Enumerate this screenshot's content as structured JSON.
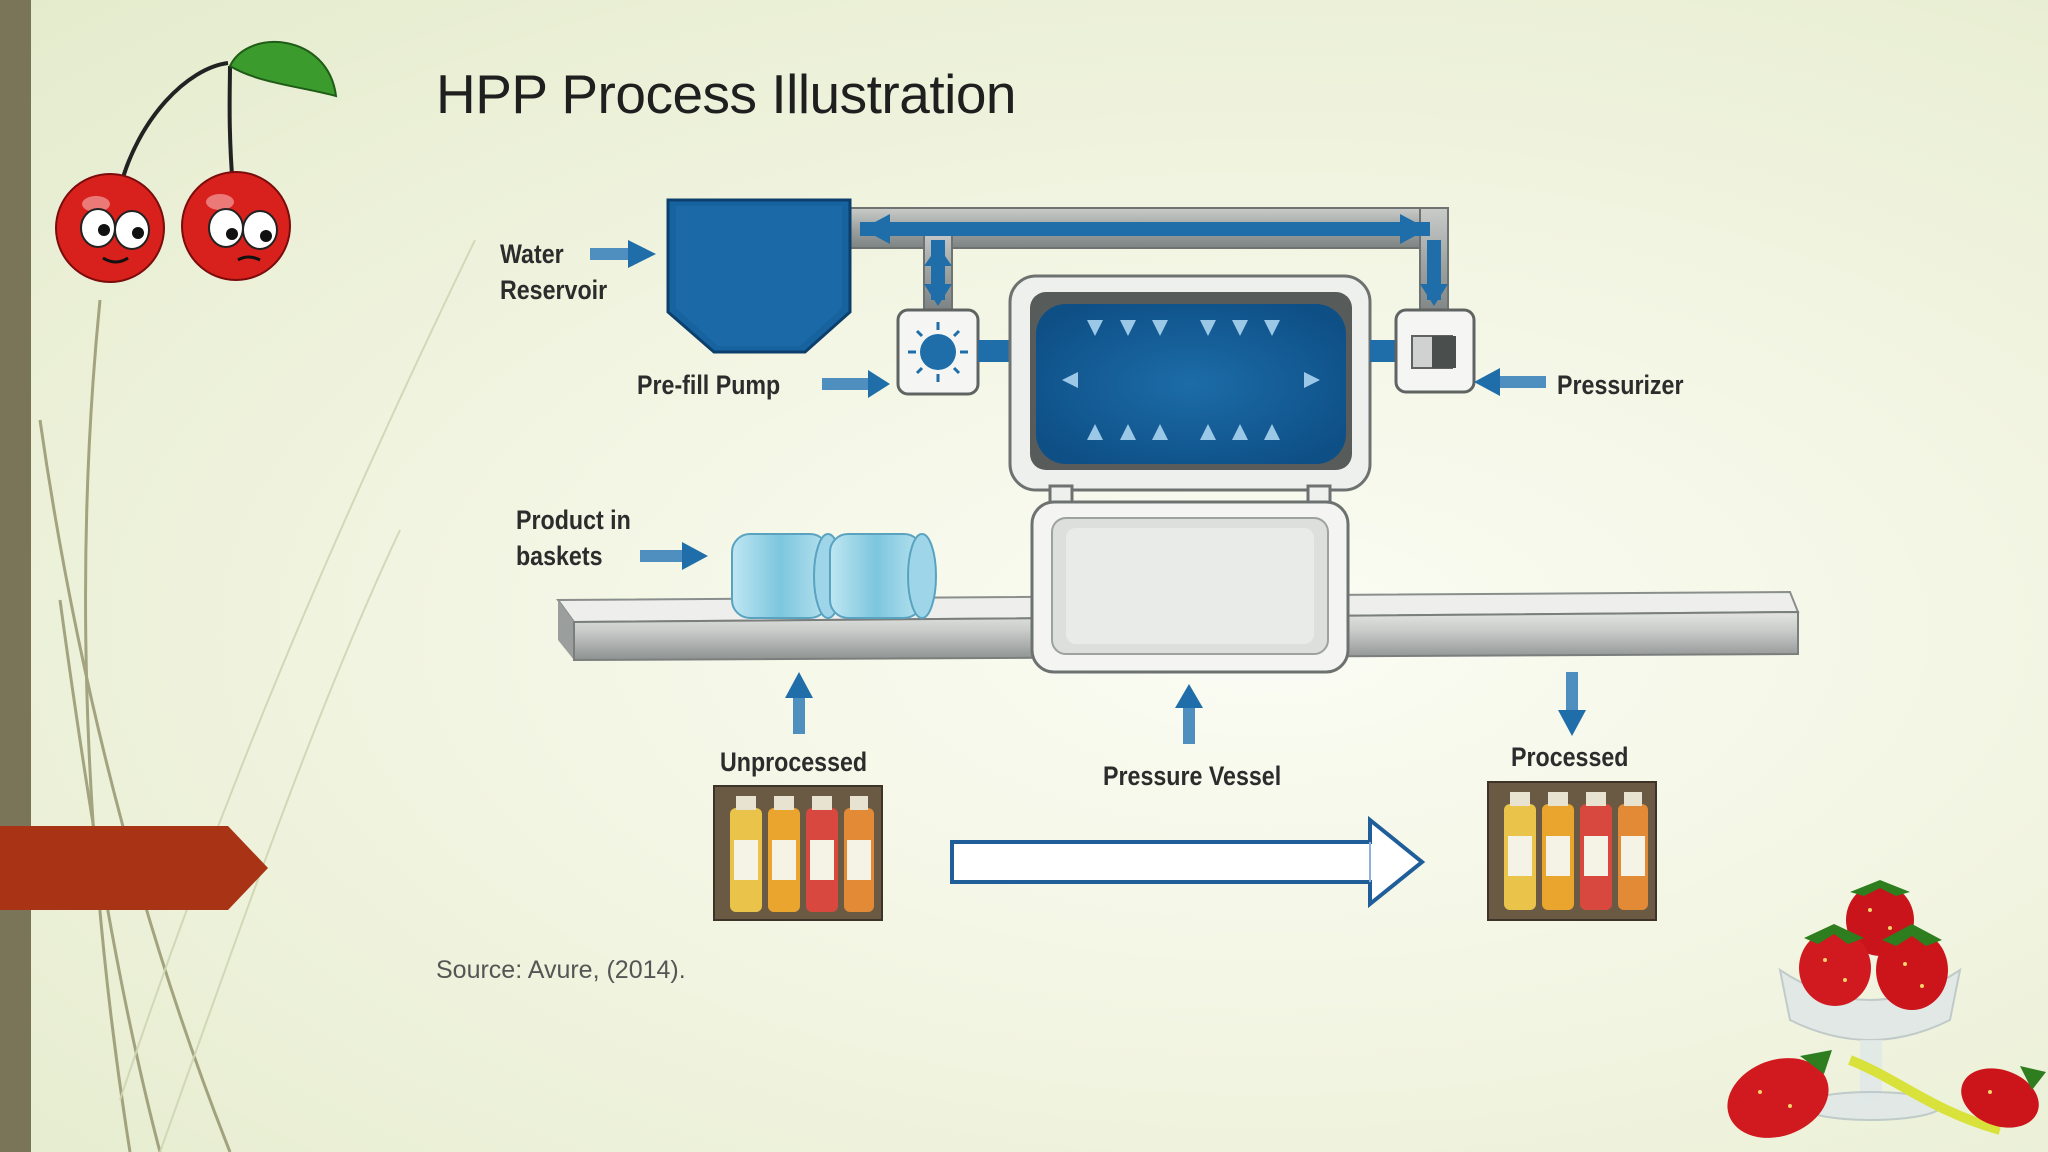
{
  "slide": {
    "title": "HPP Process Illustration",
    "source": "Source: Avure, (2014)."
  },
  "diagram": {
    "labels": {
      "water_reservoir": [
        "Water",
        "Reservoir"
      ],
      "prefill_pump": "Pre-fill Pump",
      "pressurizer": "Pressurizer",
      "product_in_baskets": [
        "Product in",
        "baskets"
      ],
      "unprocessed": "Unprocessed",
      "pressure_vessel": "Pressure Vessel",
      "processed": "Processed"
    }
  },
  "colors": {
    "accent_blue": "#1f6ea9",
    "water_blue": "#17639f",
    "left_bar": "#7a7458",
    "red_tab": "#a93415",
    "background": "#f2f5e2"
  },
  "decor": {
    "icons": [
      "cherries-icon",
      "strawberry-bowl-icon",
      "juice-bottles-icon"
    ]
  }
}
